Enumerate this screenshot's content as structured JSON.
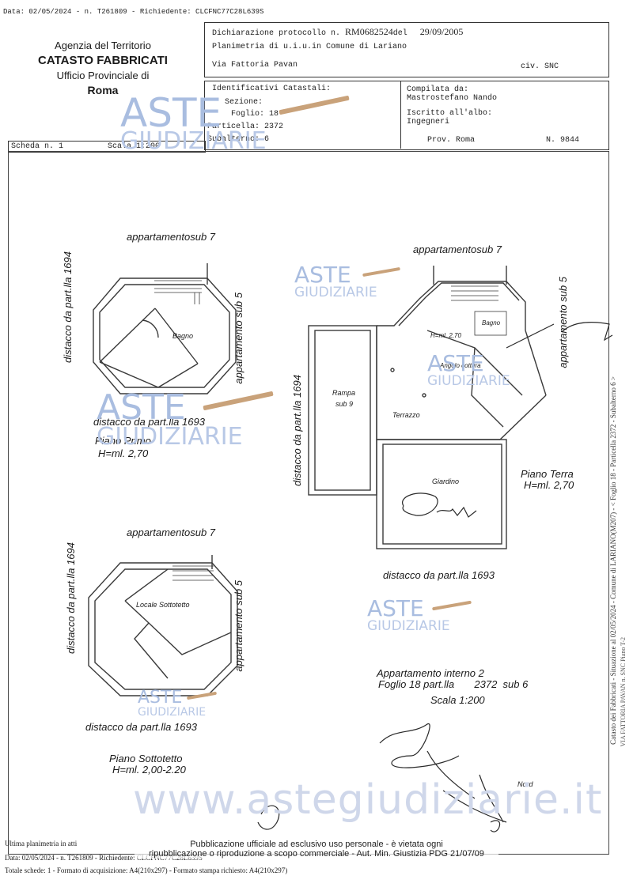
{
  "top_line": "Data: 02/05/2024 - n. T261809 - Richiedente: CLCFNC77C28L639S",
  "agency": {
    "line1": "Agenzia del Territorio",
    "line2": "CATASTO FABBRICATI",
    "line3": "Ufficio Provinciale di",
    "line4": "Roma"
  },
  "declaration": {
    "line1_prefix": "Dichiarazione protocollo n.",
    "protocol": "RM0682524",
    "del_label": "del",
    "date": "29/09/2005",
    "line2": "Planimetria di u.i.u.in Comune di Lariano",
    "address": "Via Fattoria Pavan",
    "civ": "civ. SNC"
  },
  "identifiers": {
    "title": "Identificativi Catastali:",
    "sezione": "Sezione:",
    "foglio": "Foglio: 18",
    "particella": "Particella: 2372",
    "subalterno": "Subalterno: 6"
  },
  "compiled": {
    "label": "Compilata da:",
    "name": "Mastrostefano Nando",
    "albo_label": "Iscritto all'albo:",
    "albo": "Ingegneri",
    "prov": "Prov. Roma",
    "number": "N.  9844"
  },
  "scheda": {
    "label": "Scheda n. 1",
    "scale": "Scala 1:200"
  },
  "plan_labels": {
    "app_sub7": "appartamentosub 7",
    "distacco_1694": "distacco da part.lla 1694",
    "distacco_1693": "distacco da part.lla 1693",
    "app_sub5": "appartamento sub 5",
    "bagno": "Bagno",
    "piano_primo": "Piano Primo",
    "h_270": "H=ml. 2,70",
    "rampa": "Rampa",
    "rampa_sub": "sub 9",
    "terrazzo": "Terrazzo",
    "giardino": "Giardino",
    "angolo_cottura": "Angolo cottura",
    "h_270_small": "H=ml. 2,70",
    "piano_terra": "Piano Terra",
    "locale_sottotetto": "Locale Sottotetto",
    "piano_sottotetto": "Piano Sottotetto",
    "h_sottotetto": "H=ml. 2,00-2.20",
    "appartamento_interno": "Appartamento interno 2",
    "foglio_line": "Foglio 18 part.lla       2372  sub 6",
    "scala": "Scala 1:200",
    "nord": "Nord"
  },
  "watermark": {
    "aste": "ASTE",
    "giudiziarie": "GIUDIZIARIE",
    "site": "www.astegiudiziarie.it"
  },
  "side_text": "Catasto dei Fabbricati - Situazione al 02/05/2024 - Comune di LARIANO(M207) - < Foglio 18 - Particella 2372 - Subalterno 6 >",
  "side_text2": "VIA FATTORIA PAVAN n. SNC Piano T-2",
  "footer": {
    "ultima": "Ultima planimetria in atti",
    "data_line": "Data: 02/05/2024 - n. T261809 - Richiedente: CLCFNC77C28L639S",
    "totale": "Totale schede: 1 - Formato di acquisizione: A4(210x297)  - Formato stampa richiesto: A4(210x297)",
    "notice1": "Pubblicazione ufficiale ad esclusivo uso personale - è vietata ogni",
    "notice2": "ripubblicazione o riproduzione a scopo commerciale - Aut. Min. Giustizia PDG 21/07/09"
  }
}
